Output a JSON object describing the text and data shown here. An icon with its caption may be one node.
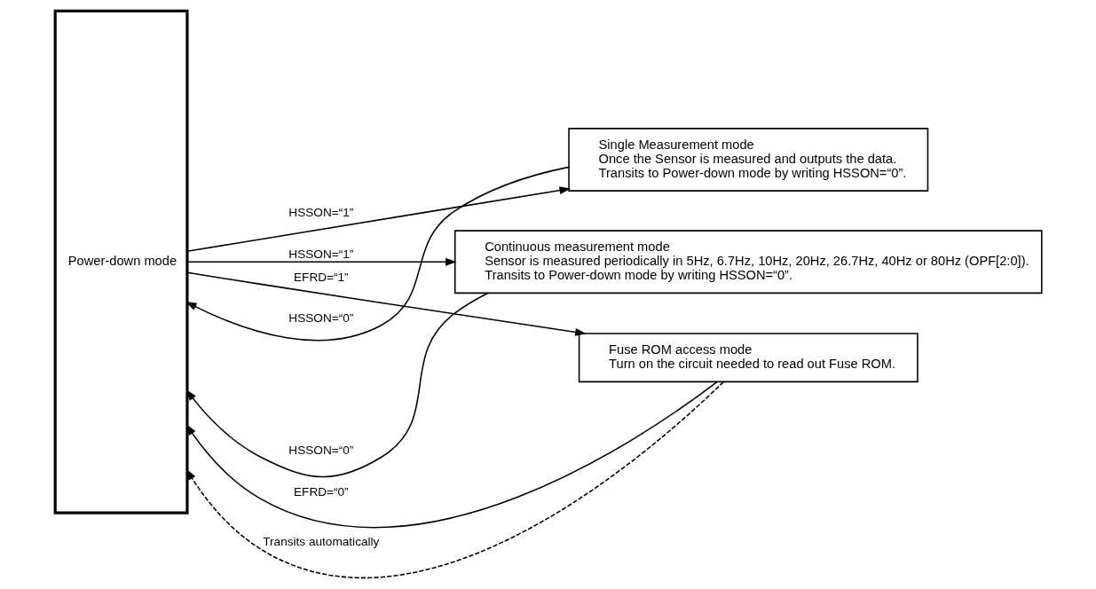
{
  "diagram": {
    "nodes": [
      {
        "text": [
          "Power-down mode"
        ]
      },
      {
        "text": [
          "Single Measurement mode",
          "Once the Sensor is measured and outputs the data.",
          "Transits to Power-down mode by writing HSSON=“0”."
        ]
      },
      {
        "text": [
          "Continuous measurement mode",
          "Sensor is measured periodically in 5Hz, 6.7Hz, 10Hz, 20Hz, 26.7Hz, 40Hz or 80Hz (OPF[2:0]).",
          "Transits to Power-down mode by writing HSSON=“0”."
        ]
      },
      {
        "text": [
          "Fuse ROM access mode",
          "Turn on the circuit needed to read out Fuse ROM."
        ]
      }
    ],
    "edges": [
      {
        "from": 0,
        "to": 1,
        "arrow": "to",
        "label": "HSSON=“1”"
      },
      {
        "from": 1,
        "to": 0,
        "arrow": "to",
        "label": "HSSON=“0”"
      },
      {
        "from": 0,
        "to": 2,
        "arrow": "to",
        "label": "HSSON=“1”"
      },
      {
        "from": 2,
        "to": 0,
        "arrow": "to",
        "label": "HSSON=“0”"
      },
      {
        "from": 0,
        "to": 3,
        "arrow": "to",
        "label": "EFRD=“1”"
      },
      {
        "from": 3,
        "to": 0,
        "arrow": "to",
        "label": "EFRD=“0”"
      },
      {
        "from": 3,
        "to": 0,
        "arrow": "to",
        "label": "Transits automatically",
        "style": "dashed"
      }
    ]
  }
}
